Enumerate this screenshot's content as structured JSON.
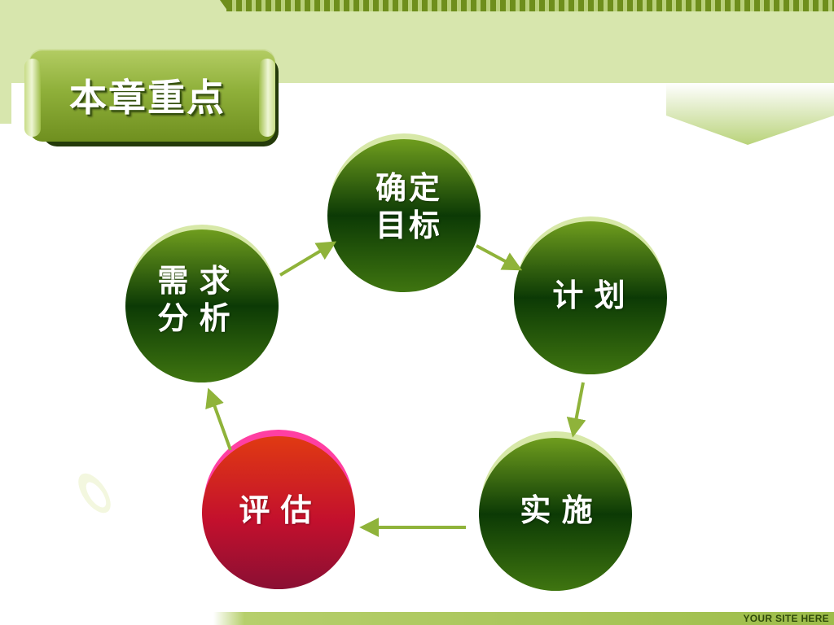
{
  "title": "本章重点",
  "footer": "YOUR SITE HERE",
  "nodes": [
    {
      "id": "confirm-goal",
      "lines": [
        "确定",
        "目标"
      ],
      "theme": "green"
    },
    {
      "id": "plan",
      "lines": [
        "计 划"
      ],
      "theme": "green"
    },
    {
      "id": "implement",
      "lines": [
        "实 施"
      ],
      "theme": "green"
    },
    {
      "id": "evaluate",
      "lines": [
        "评 估"
      ],
      "theme": "highlight"
    },
    {
      "id": "requirement-analysis",
      "lines": [
        "需 求",
        "分 析"
      ],
      "theme": "green"
    }
  ],
  "colors": {
    "node_dark": "#0c3a05",
    "node_mid": "#3f7510",
    "node_light": "#6f9d1e",
    "node_halo": "#d7e8a8",
    "highlight_dark": "#8a0f33",
    "highlight_mid": "#c3102d",
    "highlight_light": "#e03a12",
    "highlight_halo": "#ff3fa2",
    "arrow": "#8fb33a"
  }
}
